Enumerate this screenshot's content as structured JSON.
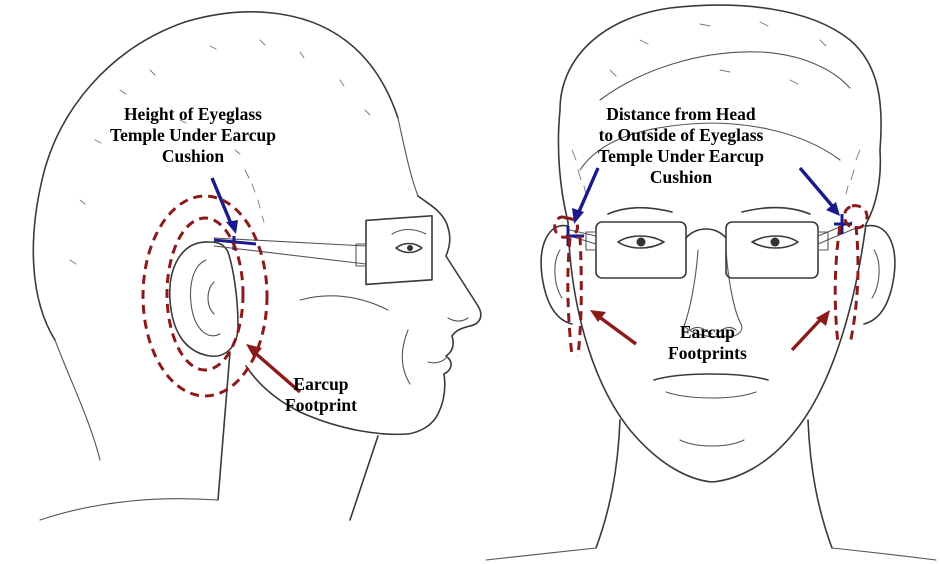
{
  "figure": {
    "left_panel": {
      "height_label": [
        "Height of Eyeglass",
        "Temple Under Earcup",
        "Cushion"
      ],
      "footprint_label": [
        "Earcup",
        "Footprint"
      ]
    },
    "right_panel": {
      "distance_label": [
        "Distance from Head",
        "to Outside of Eyeglass",
        "Temple Under Earcup",
        "Cushion"
      ],
      "footprints_label": [
        "Earcup",
        "Footprints"
      ]
    }
  },
  "colors": {
    "footprint_outline": "#8b1a1a",
    "measurement_marker": "#1a1a8c",
    "line_art": "#3a3a3a",
    "background": "#ffffff"
  }
}
